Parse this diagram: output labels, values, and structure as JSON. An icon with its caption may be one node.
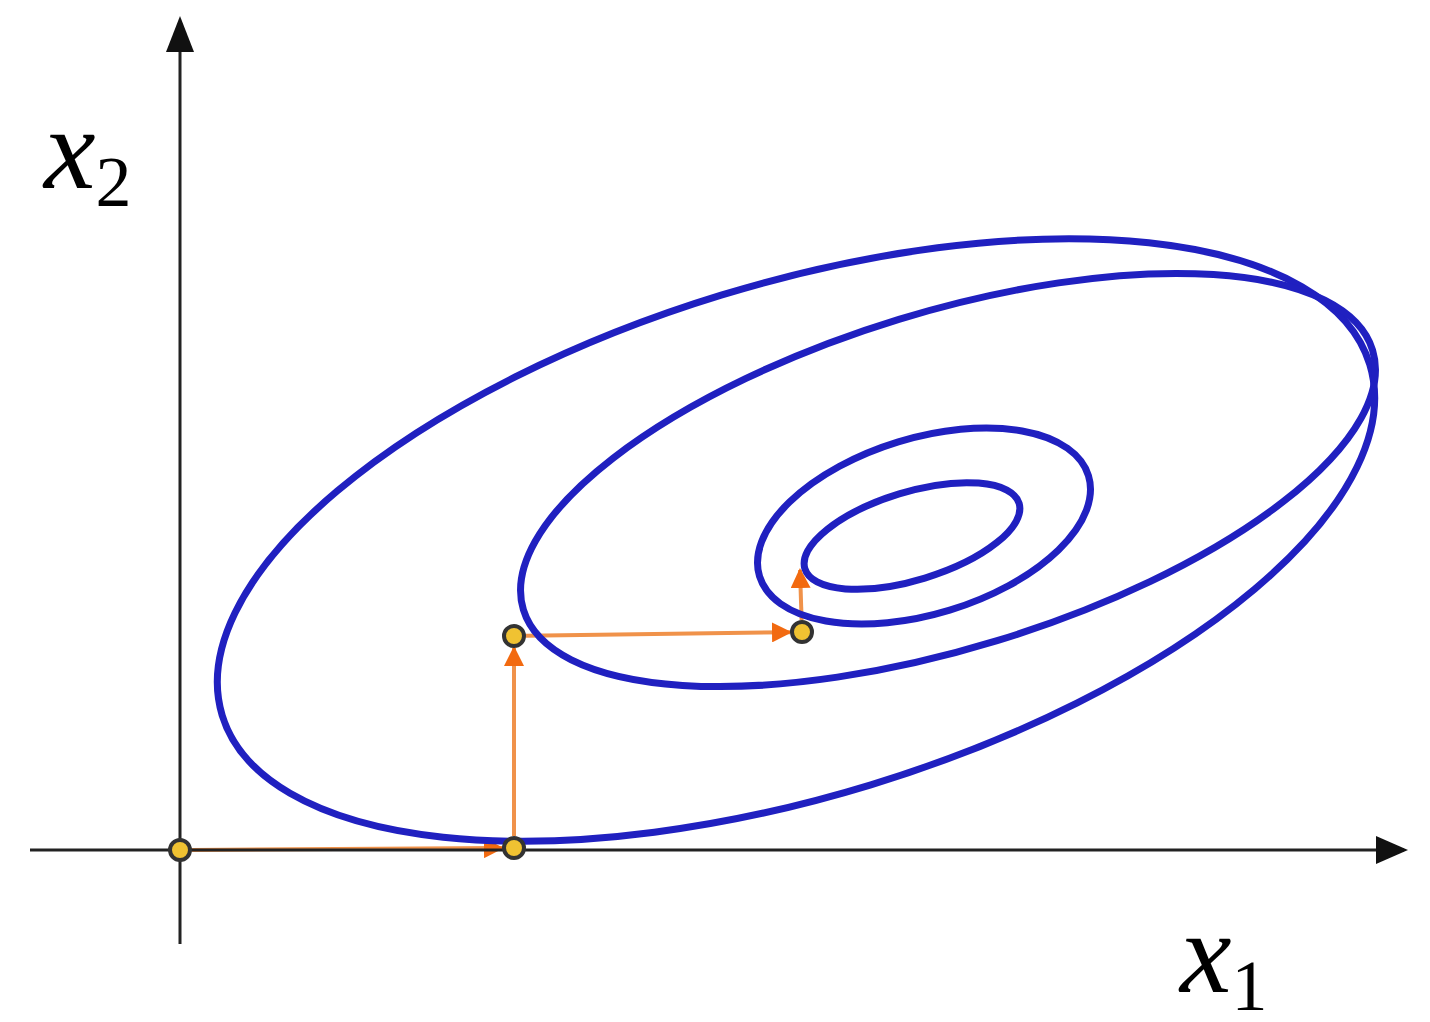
{
  "diagram": {
    "nodes": [
      {
        "text": [],
        "shape": "circle"
      },
      {
        "text": [],
        "shape": "circle"
      },
      {
        "text": [],
        "shape": "circle"
      },
      {
        "text": [],
        "shape": "circle"
      }
    ],
    "edges": [
      {
        "from": 0,
        "to": 1,
        "arrow": "to"
      },
      {
        "from": 1,
        "to": 2,
        "arrow": "to"
      },
      {
        "from": 2,
        "to": 3,
        "arrow": "to"
      },
      {
        "from": 3,
        "to": null,
        "arrow": "to"
      }
    ],
    "labels": [
      "x$_{2}$",
      "x$_{1}$"
    ]
  }
}
